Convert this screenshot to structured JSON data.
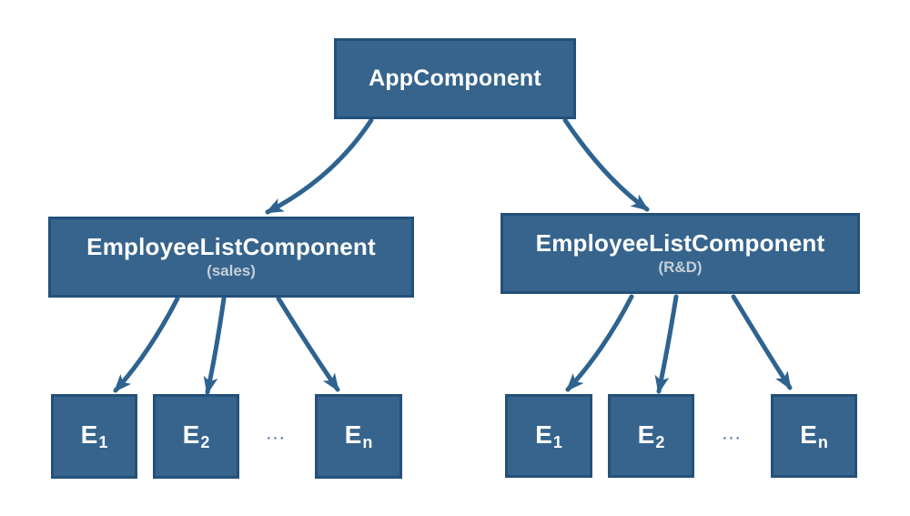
{
  "diagram": {
    "colors": {
      "node_fill": "#36648d",
      "node_border": "#24517a",
      "arrow": "#2e6390",
      "title_text": "#ffffff",
      "subtitle_text": "#c5ced8",
      "ellipsis_text": "#4f74a0",
      "background": "#ffffff"
    },
    "root": {
      "label": "AppComponent"
    },
    "branches": [
      {
        "title": "EmployeeListComponent",
        "subtitle": "(sales)",
        "ellipsis": "...",
        "leaves": [
          {
            "base": "E",
            "sub": "1"
          },
          {
            "base": "E",
            "sub": "2"
          },
          {
            "base": "E",
            "sub": "n"
          }
        ]
      },
      {
        "title": "EmployeeListComponent",
        "subtitle": "(R&D)",
        "ellipsis": "...",
        "leaves": [
          {
            "base": "E",
            "sub": "1"
          },
          {
            "base": "E",
            "sub": "2"
          },
          {
            "base": "E",
            "sub": "n"
          }
        ]
      }
    ]
  }
}
